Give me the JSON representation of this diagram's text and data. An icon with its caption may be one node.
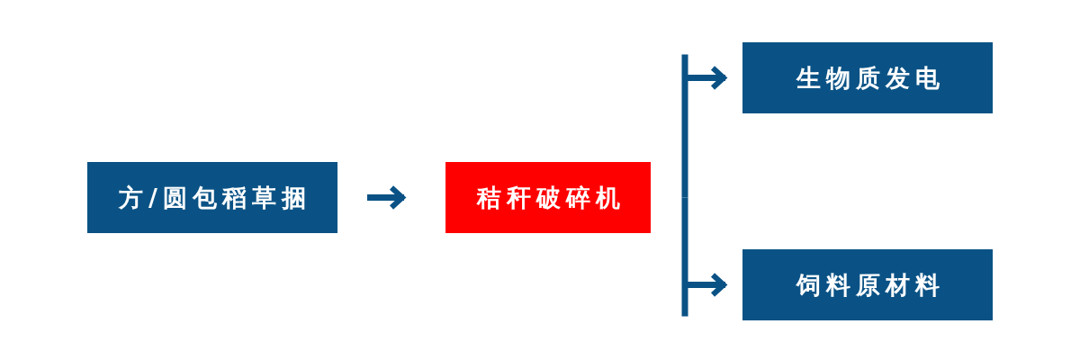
{
  "diagram": {
    "nodes": [
      {
        "text": [
          "方/圆包稻草捆"
        ]
      },
      {
        "text": [
          "秸秆破碎机"
        ]
      },
      {
        "text": [
          "生物质发电"
        ]
      },
      {
        "text": [
          "饲料原材料"
        ]
      }
    ],
    "edges": [
      {
        "from": 0,
        "to": 1,
        "arrow": "to"
      },
      {
        "from": 1,
        "to": 2,
        "arrow": "to"
      },
      {
        "from": 1,
        "to": 3,
        "arrow": "to"
      }
    ]
  }
}
